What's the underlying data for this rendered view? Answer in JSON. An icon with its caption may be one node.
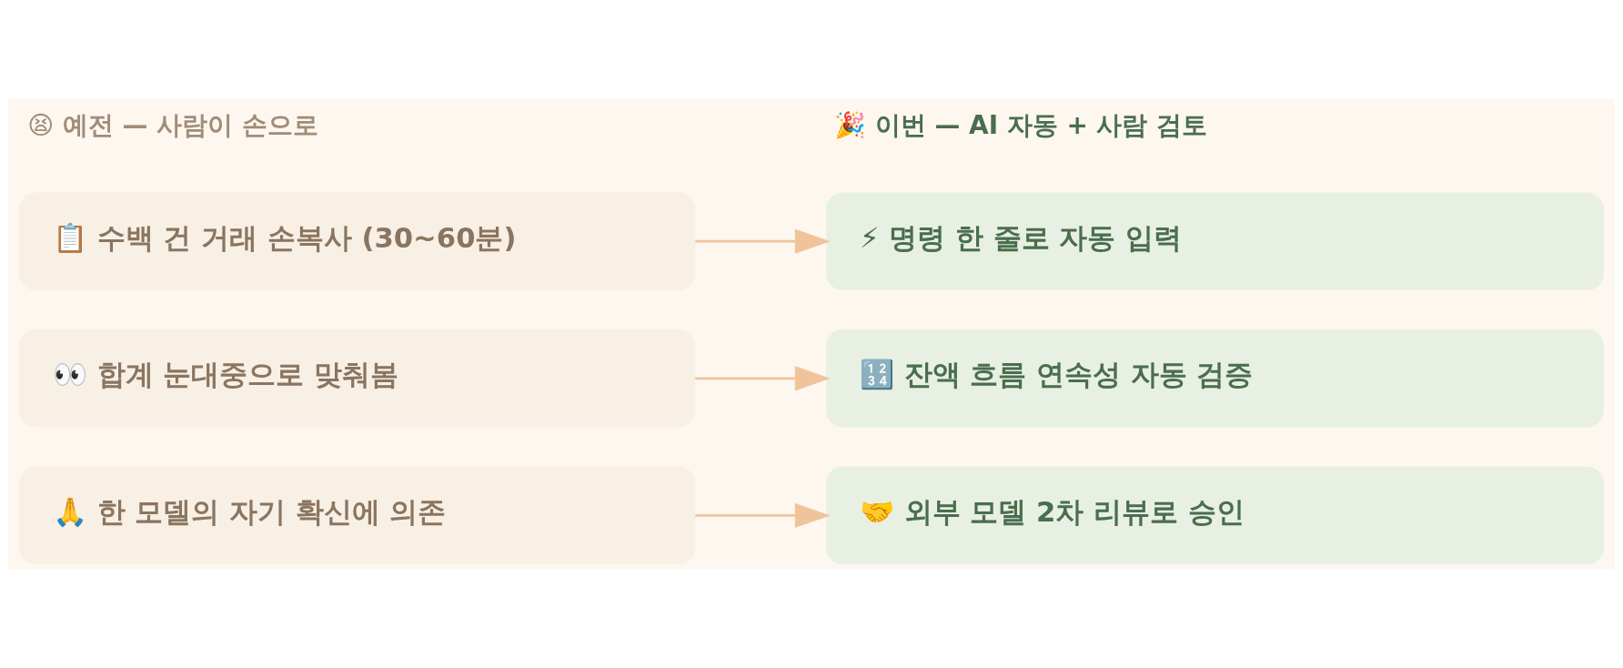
{
  "diagram": {
    "nodes": [
      {
        "text": [
          "📋 수백 건 거래 손복사 (30~60분)"
        ]
      },
      {
        "text": [
          "⚡ 명령 한 줄로 자동 입력"
        ]
      },
      {
        "text": [
          "👀 합계 눈대중으로 맞춰봄"
        ]
      },
      {
        "text": [
          "🔢 잔액 흐름 연속성 자동 검증"
        ]
      },
      {
        "text": [
          "🙏 한 모델의 자기 확신에 의존"
        ]
      },
      {
        "text": [
          "🤝 외부 모델 2차 리뷰로 승인"
        ]
      }
    ],
    "edges": [
      {
        "from": 0,
        "to": 1,
        "arrow": "to"
      },
      {
        "from": 2,
        "to": 3,
        "arrow": "to"
      },
      {
        "from": 4,
        "to": 5,
        "arrow": "to"
      }
    ],
    "labels": [
      "😫 예전 — 사람이 손으로",
      "🎉 이번 — AI 자동 + 사람 검토"
    ]
  }
}
